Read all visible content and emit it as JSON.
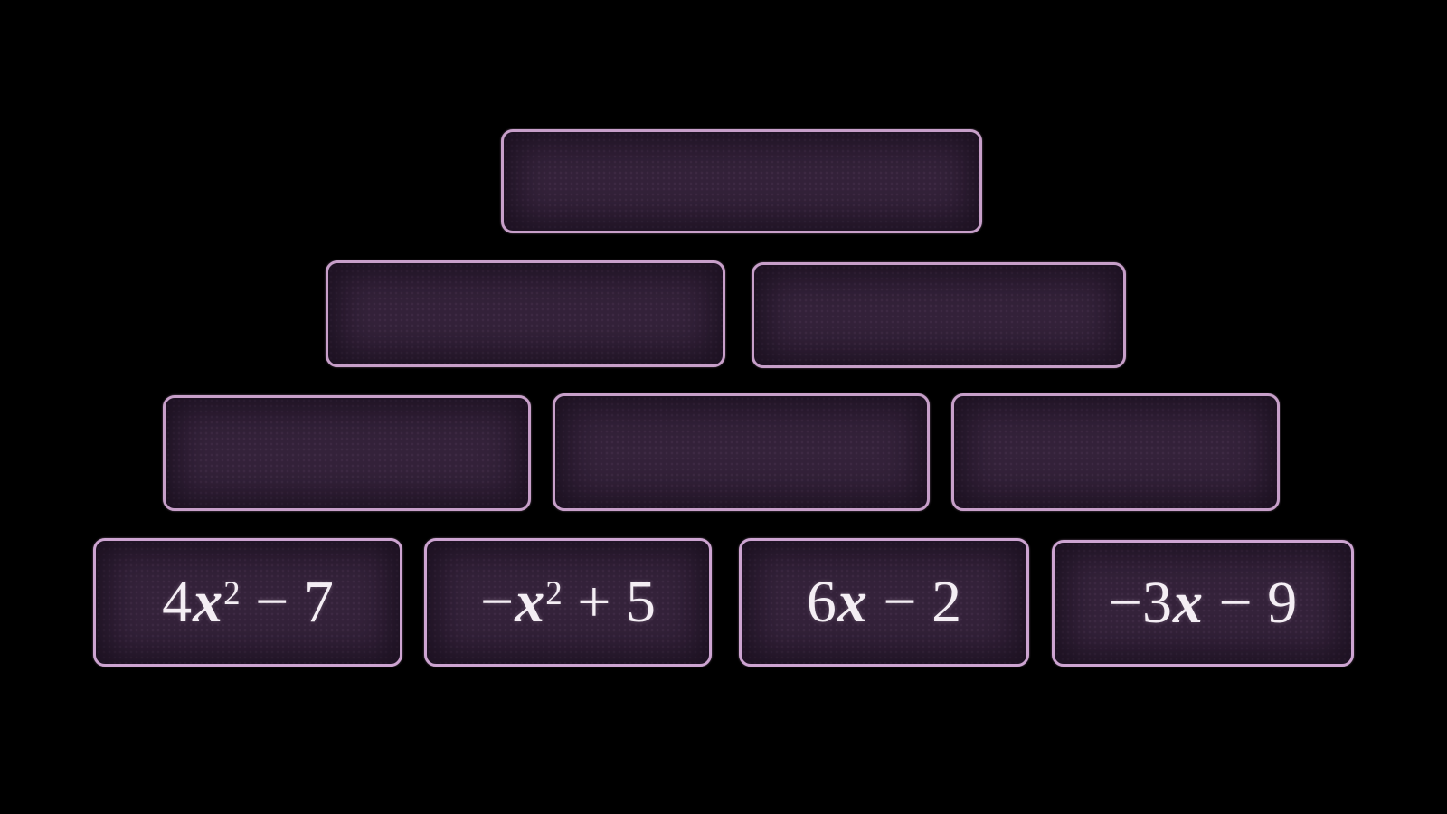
{
  "board": {
    "colors": {
      "background": "#000000",
      "cell_fill": "#34223a",
      "cell_border": "#c79fc9",
      "expression_text": "#f4eef4"
    },
    "rows": [
      {
        "cells": [
          {
            "content": ""
          }
        ]
      },
      {
        "cells": [
          {
            "content": ""
          },
          {
            "content": ""
          }
        ]
      },
      {
        "cells": [
          {
            "content": ""
          },
          {
            "content": ""
          },
          {
            "content": ""
          }
        ]
      },
      {
        "cells": [
          {
            "content": "4x² − 7",
            "parts": {
              "pre": "4",
              "var": "x",
              "sup": "2",
              "post": " − 7"
            }
          },
          {
            "content": "−x² + 5",
            "parts": {
              "pre": "−",
              "var": "x",
              "sup": "2",
              "post": " + 5"
            }
          },
          {
            "content": "6x − 2",
            "parts": {
              "pre": "6",
              "var": "x",
              "sup": "",
              "post": " − 2"
            }
          },
          {
            "content": "−3x − 9",
            "parts": {
              "pre": "−3",
              "var": "x",
              "sup": "",
              "post": " − 9"
            }
          }
        ]
      }
    ]
  }
}
